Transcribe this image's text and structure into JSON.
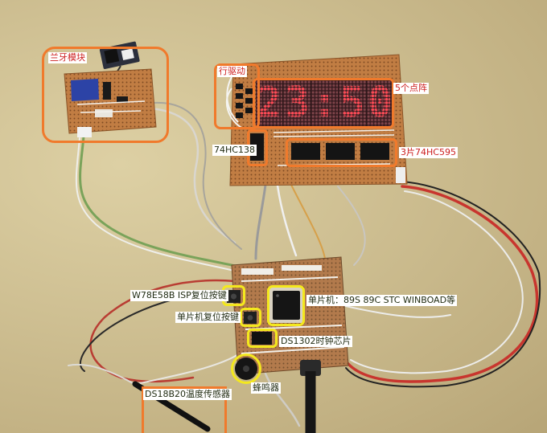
{
  "labels": {
    "bluetooth": "兰牙模块",
    "row_driver": "行驱动",
    "dot_matrix": "5个点阵",
    "decoder": "74HC138",
    "shift_registers": "3片74HC595",
    "isp_reset": "W78E58B ISP复位按键",
    "mcu": "单片机：89S 89C STC WINBOAD等",
    "mcu_reset": "单片机复位按键",
    "rtc": "DS1302时钟芯片",
    "buzzer": "蜂鸣器",
    "temp_sensor": "DS18B20温度传感器"
  },
  "display": {
    "digits": [
      "2",
      "3",
      ":",
      "5",
      "0"
    ]
  },
  "colors": {
    "annotation_orange": "#f07a2c",
    "annotation_yellow": "#f4e81e",
    "label_red": "#cc1f1f",
    "label_dark": "#1f2a10",
    "led_lit": "#ff4a55"
  }
}
